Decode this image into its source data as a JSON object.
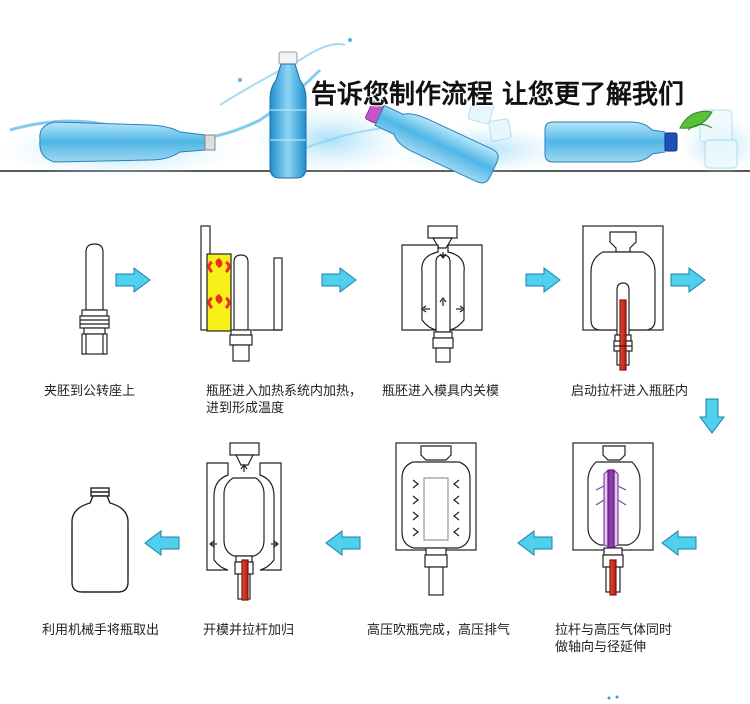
{
  "banner": {
    "title": "告诉您制作流程 让您更了解我们"
  },
  "steps": [
    {
      "caption": "夹胚到公转座上"
    },
    {
      "caption_line1": "瓶胚进入加热系统内加热，",
      "caption_line2": "进到形成温度"
    },
    {
      "caption": "瓶胚进入模具内关模"
    },
    {
      "caption": "启动拉杆进入瓶胚内"
    },
    {
      "caption_line1": "拉杆与高压气体同时",
      "caption_line2": "做轴向与径延伸"
    },
    {
      "caption": "高压吹瓶完成，高压排气"
    },
    {
      "caption": "开模并拉杆加归"
    },
    {
      "caption": "利用机械手将瓶取出"
    }
  ],
  "colors": {
    "arrow_fill": "#4fd0ee",
    "arrow_stroke": "#1a7fa8",
    "heater_yellow": "#f7ee1a",
    "heater_red": "#e8321e",
    "rod_red": "#d0241a",
    "water_blue": "#2a9fd8"
  }
}
